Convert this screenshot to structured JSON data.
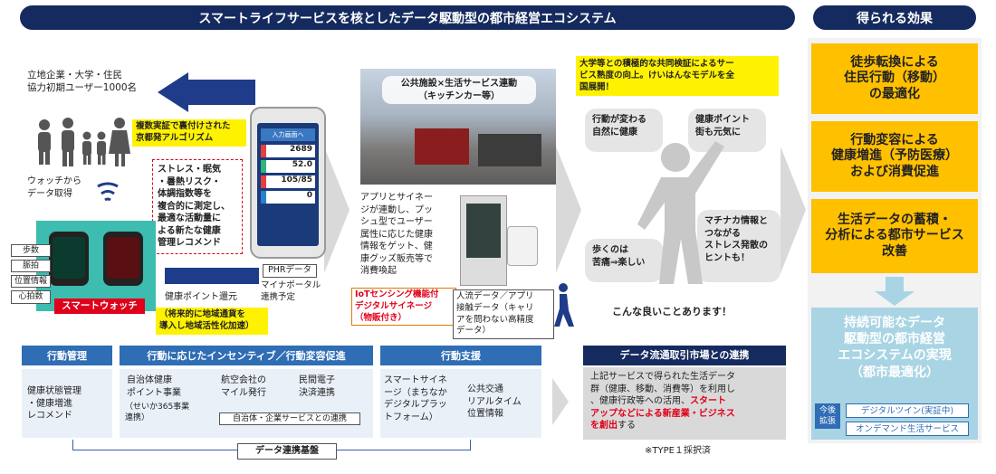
{
  "banner_main": "スマートライフサービスを核としたデータ駆動型の都市経営エコシステム",
  "banner_effect": "得られる効果",
  "left": {
    "users": "立地企業・大学・住民\n協力初期ユーザー1000名",
    "algo": "複数実証で裏付けされた\n京都発アルゴリズム",
    "watch_from": "ウォッチから\nデータ取得",
    "stress_text": "ストレス・眠気\n・暑熱リスク・\n体調指数等を\n複合的に測定し、\n最適な活動量に\nよる新たな健康\n管理レコメンド",
    "labels": [
      "歩数",
      "脈拍",
      "位置情報",
      "心拍数"
    ],
    "smartwatch": "スマートウォッチ",
    "points_return": "健康ポイント還元",
    "local_currency": "（将来的に地域通貨を\n導入し地域活性化加速）",
    "phr": "PHRデータ",
    "mynaportal": "マイナポータル\n連携予定"
  },
  "phone": {
    "header": "入力画面へ",
    "rows": [
      "2689",
      "52.0",
      "105/85",
      "0"
    ]
  },
  "middle": {
    "public_title": "公共施設×生活サービス連動\n（キッチンカー等）",
    "signage_text": "アプリとサイネー\nジが連動し、プッ\nシュ型でユーザー\n属性に応じた健康\n情報をゲット、健\n康グッズ販売等で\n消費喚起",
    "iot_label": "IoTセンシング機能付\nデジタルサイネージ\n（物販付き）",
    "flow_data": "人流データ／アプリ\n接触データ（キャリ\nアを問わない高精度\nデータ）"
  },
  "center": {
    "univ_text": "大学等との積極的な共同検証によるサー\nビス熟度の向上。けいはんなモデルを全\n国展開！",
    "bubble1": "行動が変わる\n自然に健康",
    "bubble2": "健康ポイント\n街も元気に",
    "bubble3": "歩くのは\n苦痛⇒楽しい",
    "bubble4": "マチナカ情報と\nつながる\nストレス発散の\nヒントも！",
    "konna": "こんな良いことあります！"
  },
  "effects": {
    "e1": "徒歩転換による\n住民行動（移動）\nの最適化",
    "e2": "行動変容による\n健康増進（予防医療）\nおよび消費促進",
    "e3": "生活データの蓄積・\n分析による都市サービス\n改善",
    "final": "持続可能なデータ\n駆動型の都市経営\nエコシステムの実現\n（都市最適化）",
    "future": "今後\n拡張",
    "twin": "デジタルツイン(実証中)",
    "ondemand": "オンデマンド生活サービス"
  },
  "bottom": {
    "h1": "行動管理",
    "h2": "行動に応じたインセンティブ／行動変容促進",
    "h3": "行動支援",
    "h4": "データ流通取引市場との連携",
    "c1": "健康状態管理\n・健康増進\nレコメンド",
    "c2a": "自治体健康\nポイント事業",
    "c2a_sub": "（せいか365事業\n連携）",
    "c2b": "航空会社の\nマイル発行",
    "c2c": "民間電子\n決済連携",
    "c2d": "自治体・企業サービスとの連携",
    "c3a": "スマートサイネ\nージ（まちなか\nデジタルプラッ\nトフォーム）",
    "c3b": "公共交通\nリアルタイム\n位置情報",
    "c4_pre": "上記サービスで得られた生活データ\n群（健康、移動、消費等）を利用し\n、健康行政等への活用、",
    "c4_red": "スタート\nアップなどによる新産業・ビジネス\nを創出",
    "c4_post": "する",
    "platform": "データ連携基盤",
    "type1": "※TYPE１採択済"
  },
  "colors": {
    "navy": "#152a5e",
    "blue": "#2f6db5",
    "yellow": "#fff200",
    "orange": "#ffc000",
    "red": "#e0001b",
    "light_blue": "#a9d4e4"
  }
}
